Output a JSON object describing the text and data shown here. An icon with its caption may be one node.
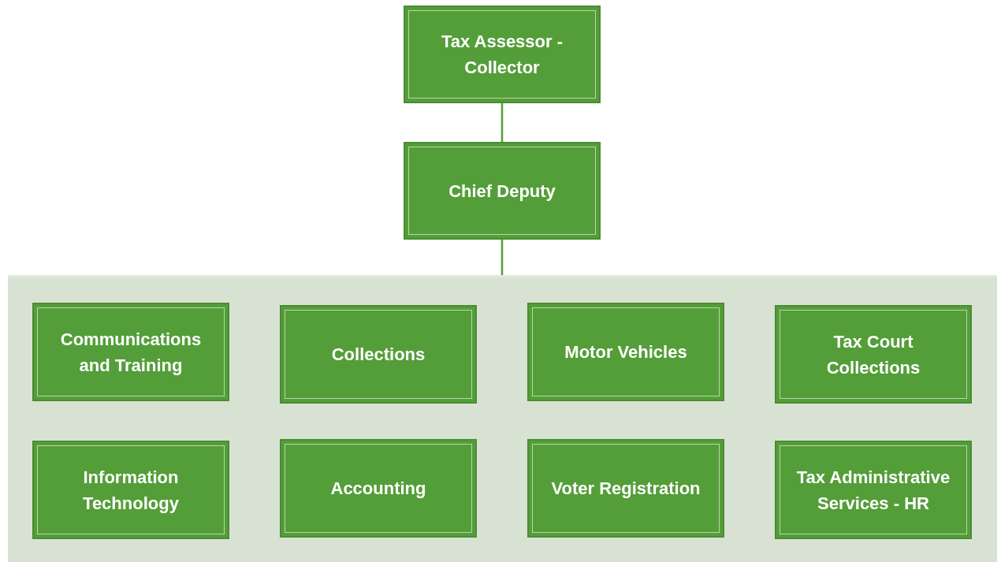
{
  "diagram": {
    "nodes": [
      {
        "text": [
          "Tax Assessor - Collector"
        ]
      },
      {
        "text": [
          "Chief Deputy"
        ]
      },
      {
        "text": [],
        "shape": "box"
      },
      {
        "text": [
          "Communications and Training"
        ],
        "in": 2
      },
      {
        "text": [
          "Collections"
        ],
        "in": 2
      },
      {
        "text": [
          "Motor Vehicles"
        ],
        "in": 2
      },
      {
        "text": [
          "Tax Court Collections"
        ],
        "in": 2
      },
      {
        "text": [
          "Information Technology"
        ],
        "in": 2
      },
      {
        "text": [
          "Accounting"
        ],
        "in": 2
      },
      {
        "text": [
          "Voter Registration"
        ],
        "in": 2
      },
      {
        "text": [
          "Tax Administrative Services - HR"
        ],
        "in": 2
      }
    ],
    "edges": [
      {
        "from": 0,
        "to": 1,
        "arrow": "none"
      },
      {
        "from": 1,
        "to": 2,
        "arrow": "none"
      }
    ]
  }
}
